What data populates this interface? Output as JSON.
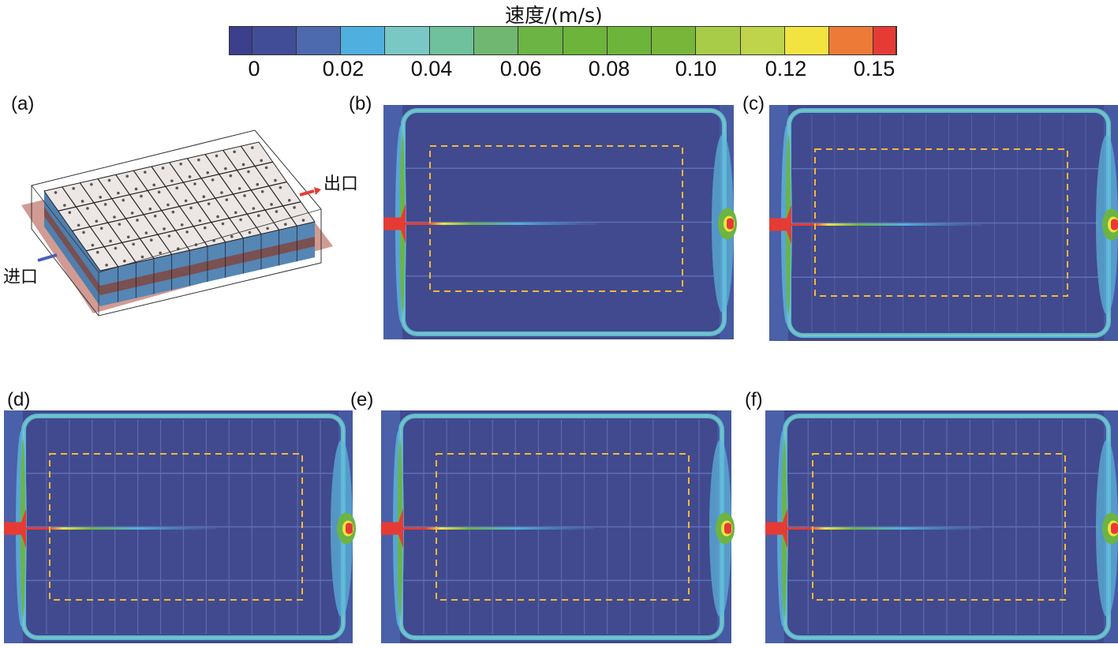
{
  "colorbar": {
    "title": "速度/(m/s)",
    "colors": [
      "#3b3f8c",
      "#424d98",
      "#4e6aae",
      "#4fb0e0",
      "#79c8c6",
      "#6fc09c",
      "#70b872",
      "#6cb443",
      "#6cb43a",
      "#6db43a",
      "#78b63a",
      "#a8cc48",
      "#bfd44b",
      "#f2e341",
      "#ee7a38",
      "#e63b34"
    ],
    "ticks": [
      "0",
      "0.02",
      "0.04",
      "0.06",
      "0.08",
      "0.10",
      "0.12",
      "0.15"
    ]
  },
  "panels": {
    "a": {
      "label": "(a)",
      "inlet_label": "进口",
      "outlet_label": "出口"
    },
    "b": {
      "label": "(b)"
    },
    "c": {
      "label": "(c)"
    },
    "d": {
      "label": "(d)"
    },
    "e": {
      "label": "(e)"
    },
    "f": {
      "label": "(f)"
    }
  }
}
